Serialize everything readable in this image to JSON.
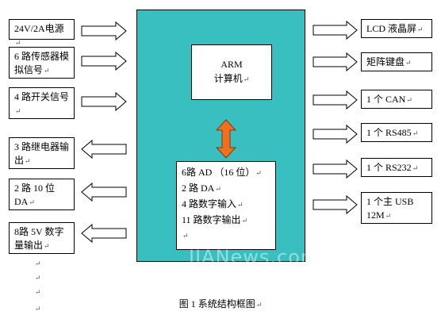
{
  "left_boxes": [
    {
      "label": "24V/2A电源"
    },
    {
      "label": "6 路传感器模拟信号"
    },
    {
      "label": "4 路开关信号"
    },
    {
      "label": "3 路继电器输出"
    },
    {
      "label": "2 路 10 位 DA"
    },
    {
      "label": "8路 5V 数字量输出"
    }
  ],
  "right_boxes": [
    {
      "label": "LCD 液晶屏"
    },
    {
      "label": "矩阵键盘"
    },
    {
      "label": "1 个 CAN"
    },
    {
      "label": "1 个 RS485"
    },
    {
      "label": "1 个 RS232"
    },
    {
      "label": "1 个主 USB 12M"
    }
  ],
  "arm_lines": [
    "ARM",
    "计算机"
  ],
  "io_lines": [
    "6路 AD （16 位）",
    "2 路 DA",
    "4 路数字输入",
    "11 路数字输出"
  ],
  "caption": "图 1  系统结构框图",
  "watermark": "JIANews.com",
  "colors": {
    "center_bg": "#39bfbf",
    "link_arrow": "#f07020"
  }
}
